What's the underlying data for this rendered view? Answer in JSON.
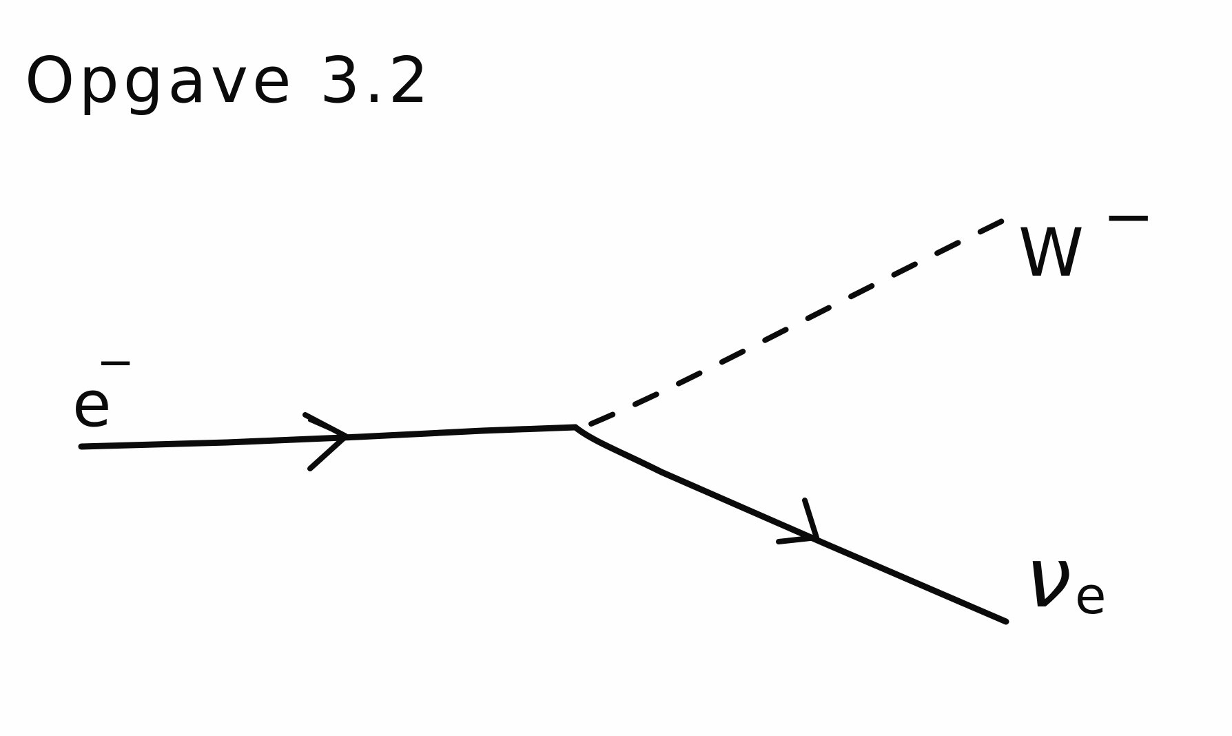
{
  "title": "Opgave 3.2",
  "diagram": {
    "type": "feynman-vertex",
    "incoming": {
      "particle": "e",
      "charge": "−",
      "line_style": "solid",
      "arrow": "toward-vertex"
    },
    "boson": {
      "particle": "W",
      "charge": "−",
      "line_style": "dashed"
    },
    "outgoing": {
      "particle": "ν",
      "subscript": "e",
      "line_style": "solid",
      "arrow": "away-from-vertex"
    }
  },
  "colors": {
    "ink": "#0b0b0b",
    "paper": "#fefefe"
  }
}
